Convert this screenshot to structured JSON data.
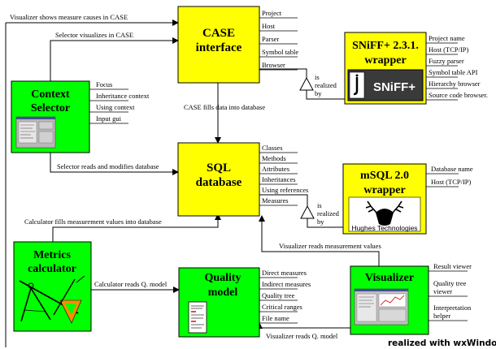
{
  "boxes": {
    "case": {
      "title1": "CASE",
      "title2": "interface",
      "attributes": [
        "Project",
        "Host",
        "Parser",
        "Symbol table",
        "Browser"
      ]
    },
    "sql": {
      "title1": "SQL",
      "title2": "database",
      "attributes": [
        "Classes",
        "Methods",
        "Attributes",
        "Inheritances",
        "Using references",
        "Measures"
      ]
    },
    "context": {
      "title1": "Context",
      "title2": "Selector",
      "attributes": [
        "Focus",
        "Inheritance context",
        "Using context",
        "Input gui"
      ]
    },
    "sniff": {
      "title1": "SNiFF+ 2.3.1.",
      "title2": "wrapper",
      "logo_text": "SNiFF+",
      "attributes": [
        "Project name",
        "Host (TCP/IP)",
        "Fuzzy parser",
        "Symbol table API",
        "Hierarchy browser",
        "Source code browser."
      ]
    },
    "msql": {
      "title1": "mSQL 2.0",
      "title2": "wrapper",
      "logo_text": "Hughes Technologies",
      "attributes": [
        "Database name",
        "Host (TCP/IP)"
      ]
    },
    "metrics": {
      "title1": "Metrics",
      "title2": "calculator"
    },
    "quality": {
      "title1": "Quality",
      "title2": "model",
      "attributes": [
        "Direct measures",
        "Indirect measures",
        "Quality tree",
        "Critical ranges",
        "File name"
      ]
    },
    "visualizer": {
      "title1": "Visualizer",
      "attributes": [
        "Result viewer",
        "Quality tree",
        "viewer",
        "Interpretation",
        "helper"
      ]
    }
  },
  "edges": {
    "visualizer_case": "Visualizer shows measure causes in CASE",
    "selector_case": "Selector visualizes in CASE",
    "case_sql": "CASE fills data into database",
    "selector_sql": "Selector reads and modifies database",
    "calculator_sql": "Calculator fills measurement values into database",
    "visualizer_sql": "Visualizer reads measurement values",
    "calculator_quality": "Calculator reads Q. model",
    "visualizer_quality": "Visualizer reads Q. model",
    "realized_1": "is",
    "realized_2": "realized",
    "realized_3": "by"
  },
  "footer": "realized with wxWindows",
  "colors": {
    "yellow_box": "#ffff00",
    "green_box": "#00ff00",
    "line": "#000000"
  }
}
